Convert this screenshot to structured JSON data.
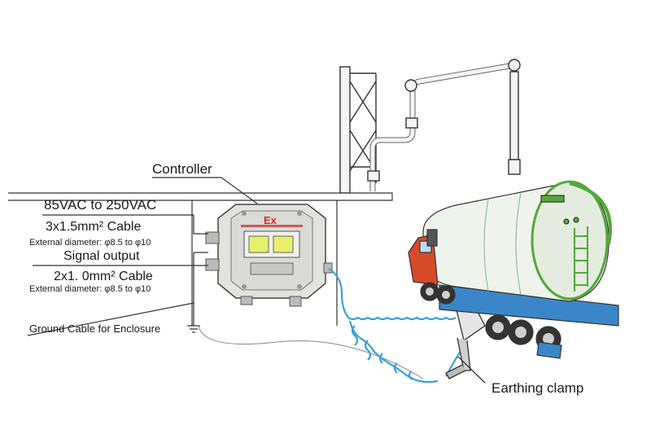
{
  "labels": {
    "controller": "Controller",
    "power": "85VAC to 250VAC",
    "power_cable": "3x1.5mm² Cable",
    "power_diameter": "External diameter: φ8.5 to φ10",
    "signal": "Signal output",
    "signal_cable": "2x1. 0mm² Cable",
    "signal_diameter": "External diameter: φ8.5 to φ10",
    "ground": "Ground Cable for Enclosure",
    "clamp": "Earthing clamp",
    "ex_mark": "Ex"
  },
  "colors": {
    "truck_cab": "#d64a2a",
    "tank_body": "#eef4ec",
    "tank_green": "#54a83a",
    "trailer_blue": "#3a86c8",
    "coil_cable": "#3aa0d8",
    "enclosure": "#e2e2de",
    "ex_red": "#d62a2a",
    "window_yellow": "#e8f06a"
  }
}
